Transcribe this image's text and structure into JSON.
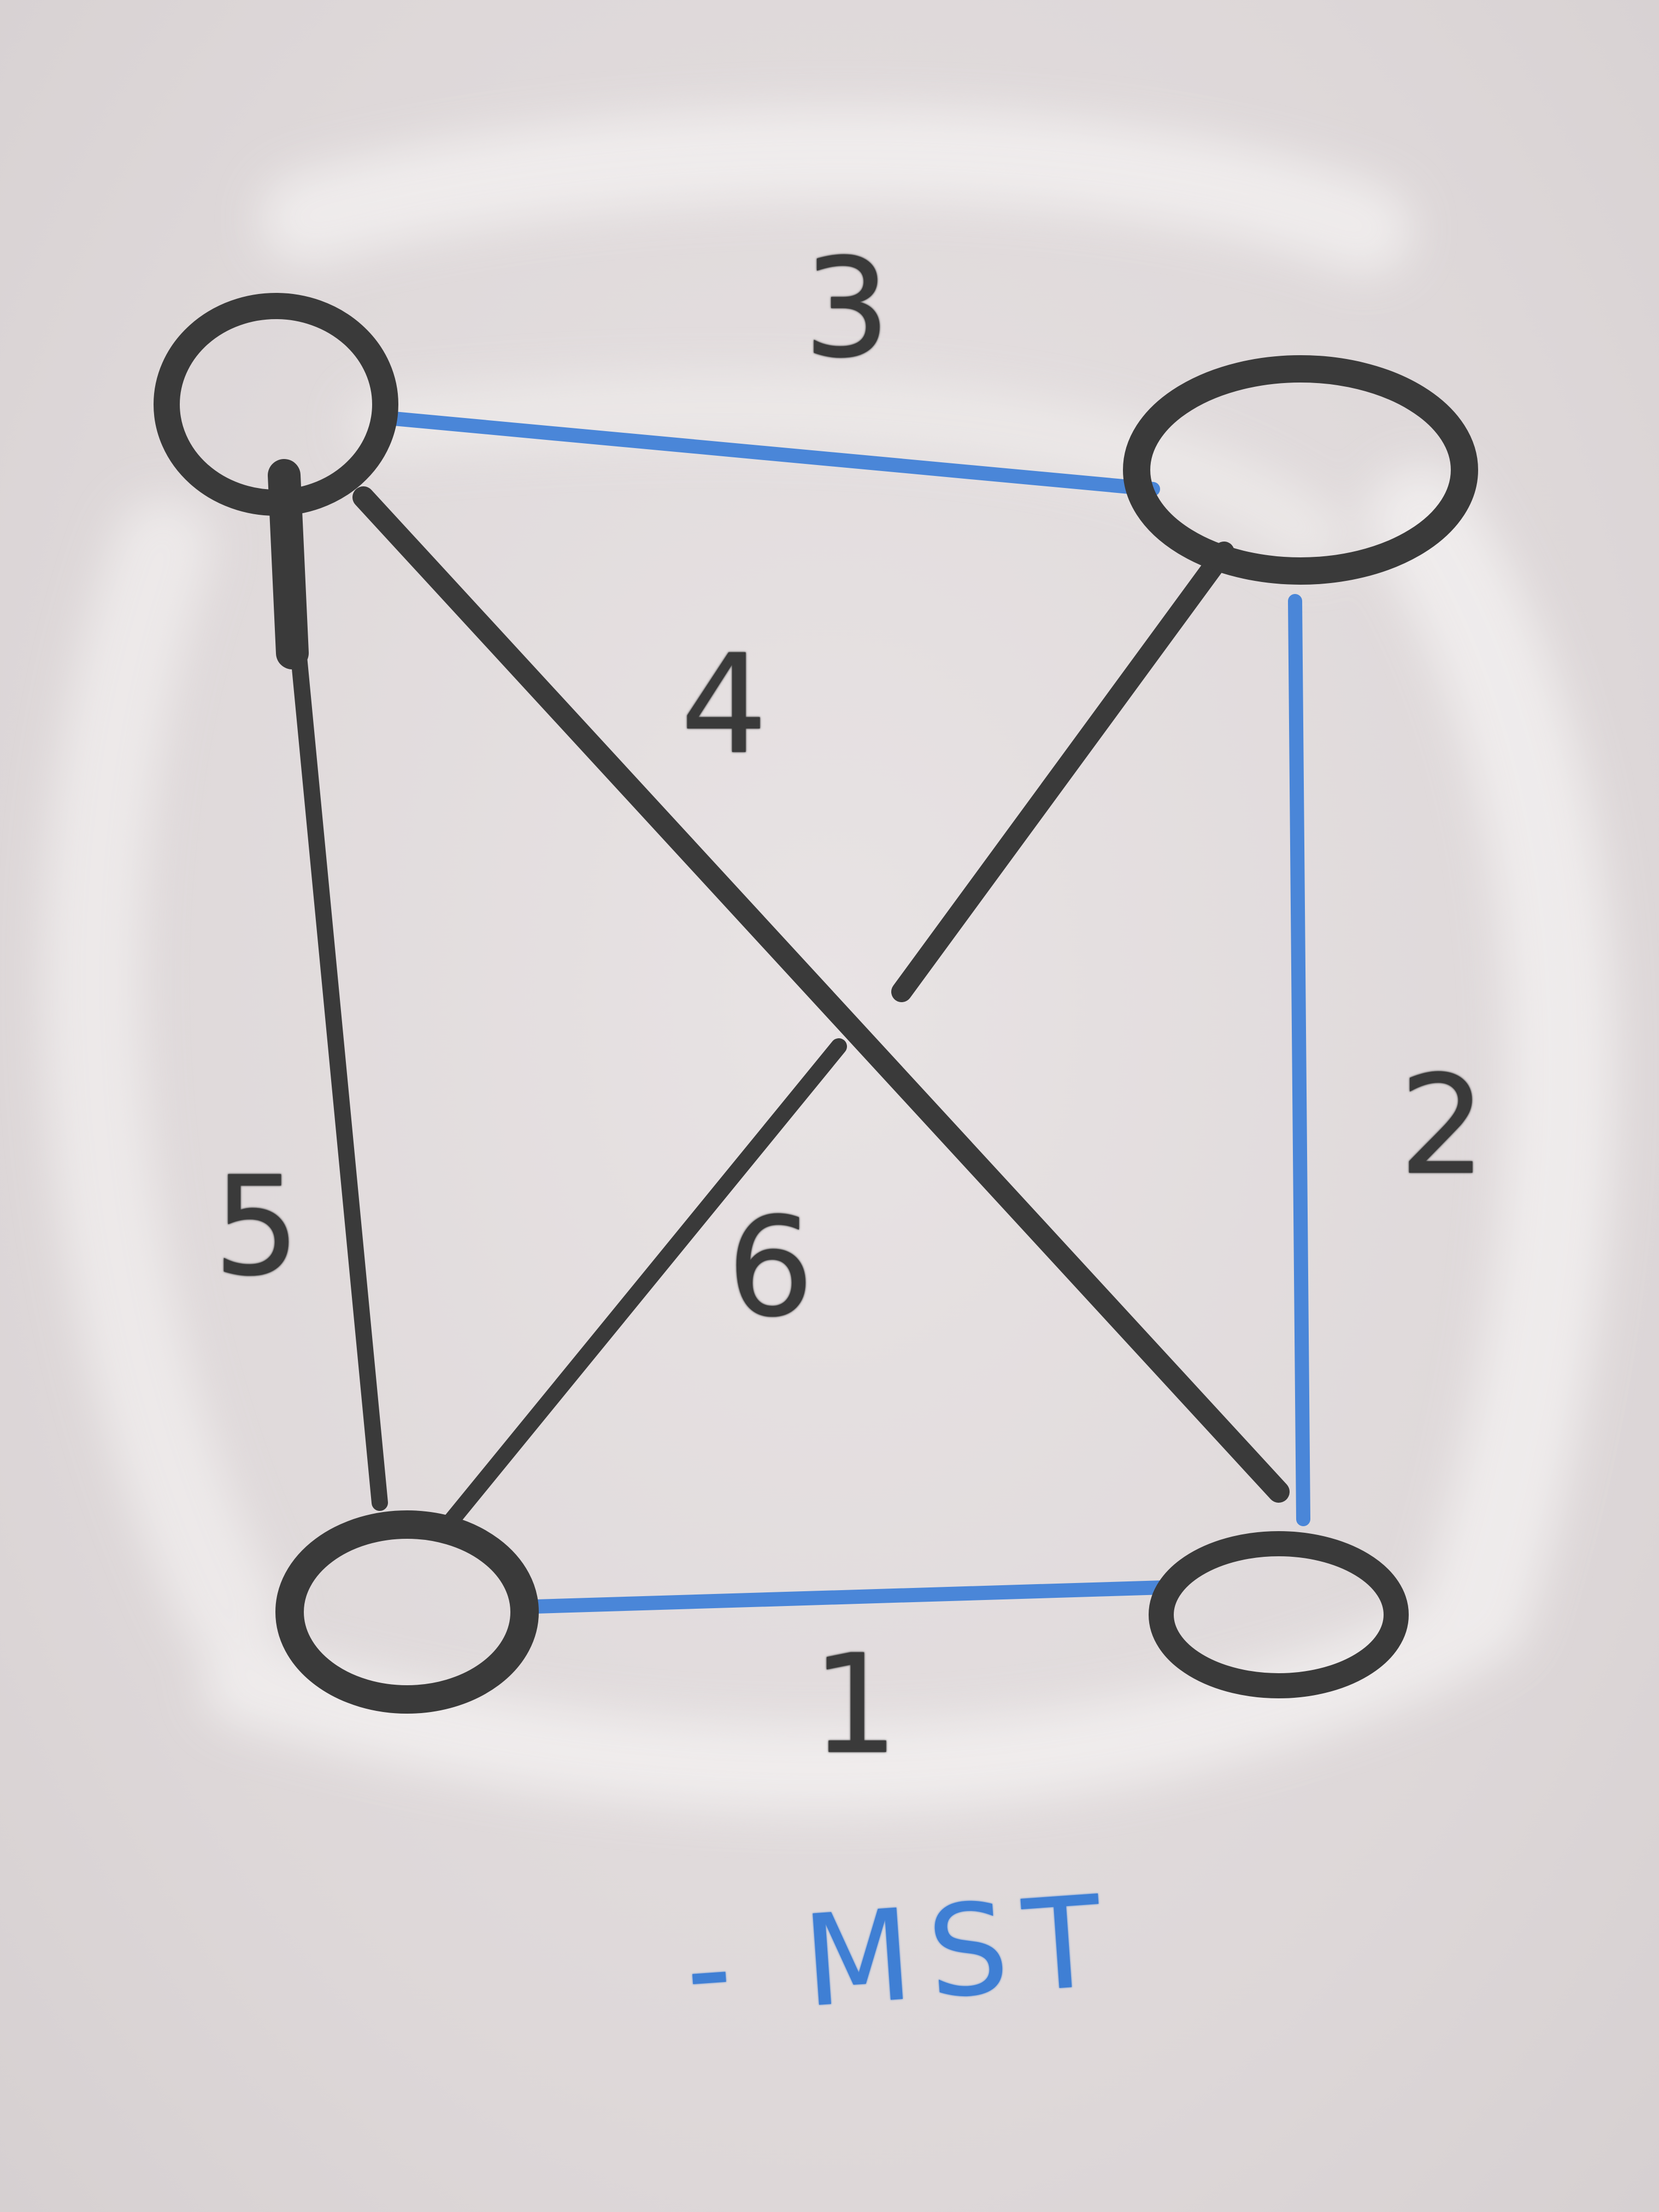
{
  "colors": {
    "board": "#e4dedf",
    "marker_black": "#3a3a3a",
    "marker_blue": "#4a86d8",
    "eraser_smudge": "#f4f2f2"
  },
  "graph": {
    "nodes": [
      "top-left",
      "top-right",
      "bottom-left",
      "bottom-right"
    ],
    "edges": [
      {
        "from": "bottom-left",
        "to": "bottom-right",
        "weight": "1",
        "in_mst": true
      },
      {
        "from": "top-right",
        "to": "bottom-right",
        "weight": "2",
        "in_mst": true
      },
      {
        "from": "top-left",
        "to": "top-right",
        "weight": "3",
        "in_mst": true
      },
      {
        "from": "top-left",
        "to": "bottom-right",
        "weight": "4",
        "in_mst": false
      },
      {
        "from": "top-left",
        "to": "bottom-left",
        "weight": "5",
        "in_mst": false
      },
      {
        "from": "top-right",
        "to": "bottom-left",
        "weight": "6",
        "in_mst": false
      }
    ]
  },
  "legend": {
    "text": "- MST"
  }
}
